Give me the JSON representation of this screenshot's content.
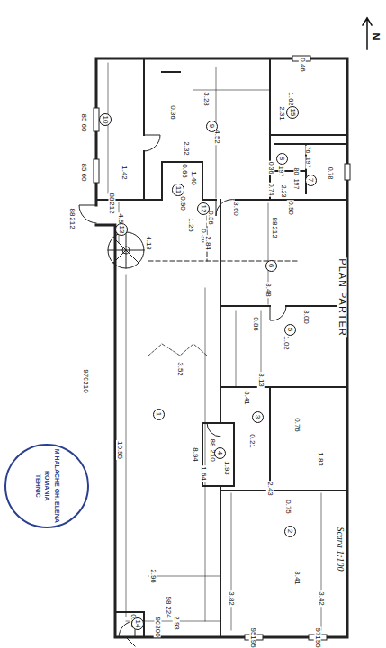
{
  "diagram": {
    "nodes": [
      {
        "text": [
          "1"
        ]
      },
      {
        "text": [
          "2"
        ]
      },
      {
        "text": [
          "3"
        ]
      },
      {
        "text": [
          "4"
        ]
      },
      {
        "text": [
          "5"
        ]
      },
      {
        "text": [
          "6"
        ]
      },
      {
        "text": [
          "7"
        ]
      },
      {
        "text": [
          "8"
        ]
      },
      {
        "text": [
          "9"
        ]
      },
      {
        "text": [
          "10"
        ]
      },
      {
        "text": [
          "11"
        ]
      },
      {
        "text": [
          "12"
        ]
      },
      {
        "text": [
          "13"
        ]
      },
      {
        "text": [
          "14"
        ]
      },
      {
        "text": [
          "15"
        ]
      },
      {
        "text": [
          "MIHALACHE GH. ELENA",
          "ROMANIA",
          "TEHNIC"
        ]
      }
    ],
    "labels": [
      "0.46",
      "1.62",
      "2.31",
      "3.28",
      "4.52",
      "0.36",
      "2.32",
      "85",
      "60",
      "85",
      "60",
      "88",
      "212",
      "1.42",
      "4.54",
      "0.66",
      "1.40",
      "0.90",
      "0.36",
      "0.74",
      "2.23",
      "197",
      "76",
      "197",
      "80",
      "197",
      "0.78",
      "3.60",
      "0.90",
      "0.36",
      "1.26",
      "0.36",
      "88",
      "212",
      "2.84",
      "88",
      "212",
      "4.13",
      "3.48",
      "0.86",
      "3.00",
      "1.02",
      "3.52",
      "3.13",
      "3.41",
      "970",
      "210",
      "10.95",
      "8.94",
      "0.76",
      "0.21",
      "88",
      "210",
      "1.93",
      "1.64",
      "1.83",
      "2.43",
      "0.75",
      "3.41",
      "3.82",
      "3.42",
      "2.96",
      "98",
      "224",
      "2.93",
      "0.95",
      "90",
      "200",
      "95",
      "195",
      "97",
      "195",
      "PLAN PARTER",
      "Scara 1:100",
      "N"
    ]
  }
}
